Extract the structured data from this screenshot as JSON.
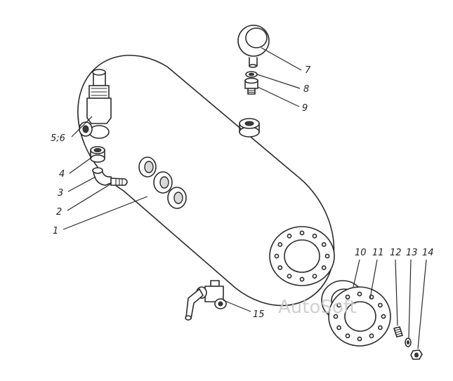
{
  "labels": {
    "p1": "1",
    "p2": "2",
    "p3": "3",
    "p4": "4",
    "p56": "5;6",
    "p7": "7",
    "p8": "8",
    "p9": "9",
    "p10": "10",
    "p11": "11",
    "p12": "12",
    "p13": "13",
    "p14": "14",
    "p15": "15"
  },
  "watermark": "AutoSoft"
}
